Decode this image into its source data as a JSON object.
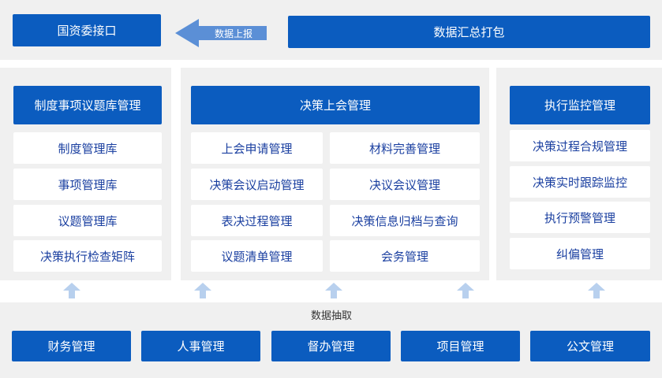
{
  "colors": {
    "primary_blue": "#0b5cbf",
    "arrow_blue": "#5b8fd6",
    "up_arrow": "#b8d0ee",
    "panel_gray": "#f0f0f0",
    "cell_text": "#1a3fa0"
  },
  "top": {
    "left_box": "国资委接口",
    "arrow_label": "数据上报",
    "right_box": "数据汇总打包"
  },
  "modules": [
    {
      "header": "制度事项议题库管理",
      "items": [
        "制度管理库",
        "事项管理库",
        "议题管理库",
        "决策执行检查矩阵"
      ]
    },
    {
      "header": "决策上会管理",
      "left_items": [
        "上会申请管理",
        "决策会议启动管理",
        "表决过程管理",
        "议题清单管理"
      ],
      "right_items": [
        "材料完善管理",
        "决议会议管理",
        "决策信息归档与查询",
        "会务管理"
      ]
    },
    {
      "header": "执行监控管理",
      "items": [
        "决策过程合规管理",
        "决策实时跟踪监控",
        "执行预警管理",
        "纠偏管理"
      ]
    }
  ],
  "bottom": {
    "label": "数据抽取",
    "sources": [
      "财务管理",
      "人事管理",
      "督办管理",
      "项目管理",
      "公文管理"
    ]
  },
  "icons": {
    "report_arrow": "left-arrow-icon",
    "extract_arrow": "up-arrow-icon"
  }
}
